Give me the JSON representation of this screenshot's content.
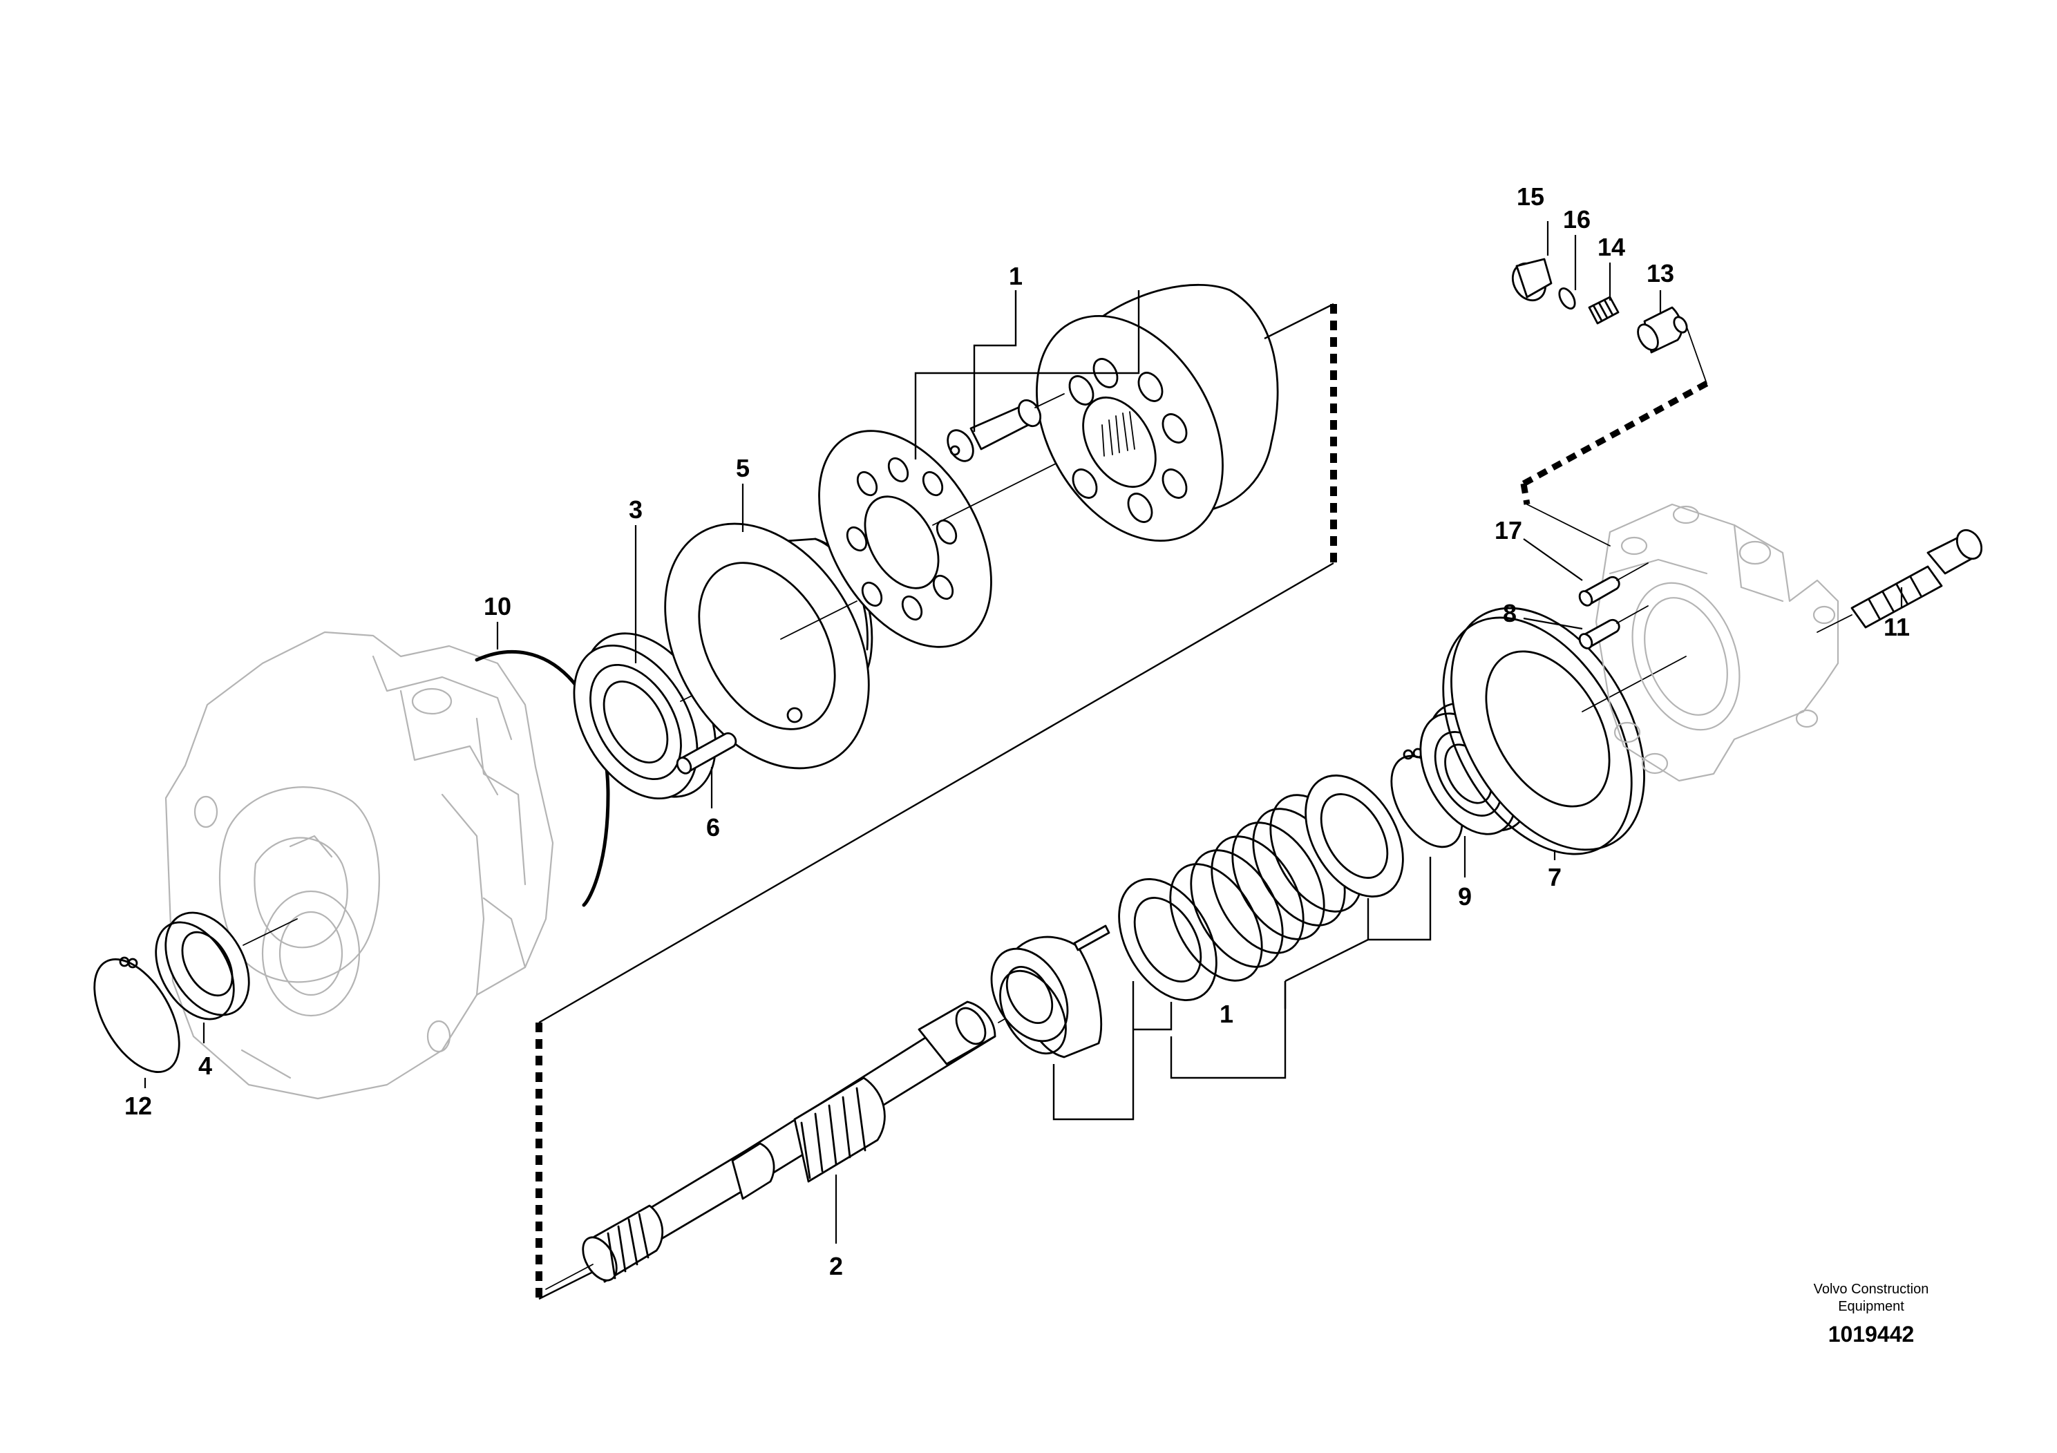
{
  "diagram": {
    "callouts": [
      "1",
      "1",
      "2",
      "3",
      "4",
      "5",
      "6",
      "7",
      "8",
      "9",
      "10",
      "11",
      "12",
      "13",
      "14",
      "15",
      "16",
      "17"
    ],
    "caption_line1": "Volvo Construction",
    "caption_line2": "Equipment",
    "document_number": "1019442"
  }
}
